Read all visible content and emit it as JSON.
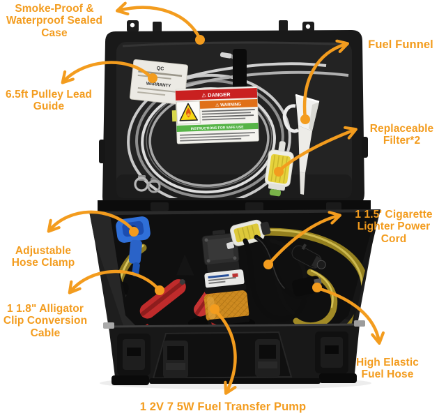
{
  "image": {
    "accent_color": "#F39C1E",
    "background_color": "#FFFFFF",
    "case_color": "#1B1B1B",
    "hose_color": "#A08A28",
    "clamp_color": "#2F6FD8",
    "filter_color": "#E6D23C",
    "pump_wrap_color": "#CD8A20",
    "clip_color": "#BF2B2B"
  },
  "callouts": {
    "sealed_case": {
      "text": "Smoke-Proof &\nWaterproof Sealed\nCase"
    },
    "pulley_guide": {
      "text": "6.5ft Pulley Lead\nGuide"
    },
    "fuel_funnel": {
      "text": "Fuel Funnel"
    },
    "replaceable_filter": {
      "text": "Replaceable\nFilter*2"
    },
    "power_cord": {
      "text": "1 1.5' Cigarette\nLighter Power\nCord"
    },
    "hose_clamp": {
      "text": "Adjustable\nHose Clamp"
    },
    "alligator_cable": {
      "text": "1 1.8\" Alligator\nClip Conversion\nCable"
    },
    "fuel_hose": {
      "text": "High Elastic\nFuel Hose"
    },
    "transfer_pump": {
      "text": "1 2V 7 5W Fuel Transfer Pump"
    }
  },
  "stickers": {
    "warning_label": {
      "danger": "⚠ DANGER",
      "warning": "⚠ WARNING",
      "instructions": "INSTRUCTIONS FOR SAFE USE"
    },
    "qc_label": {
      "title": "QC",
      "warranty": "WARRANTY"
    }
  }
}
